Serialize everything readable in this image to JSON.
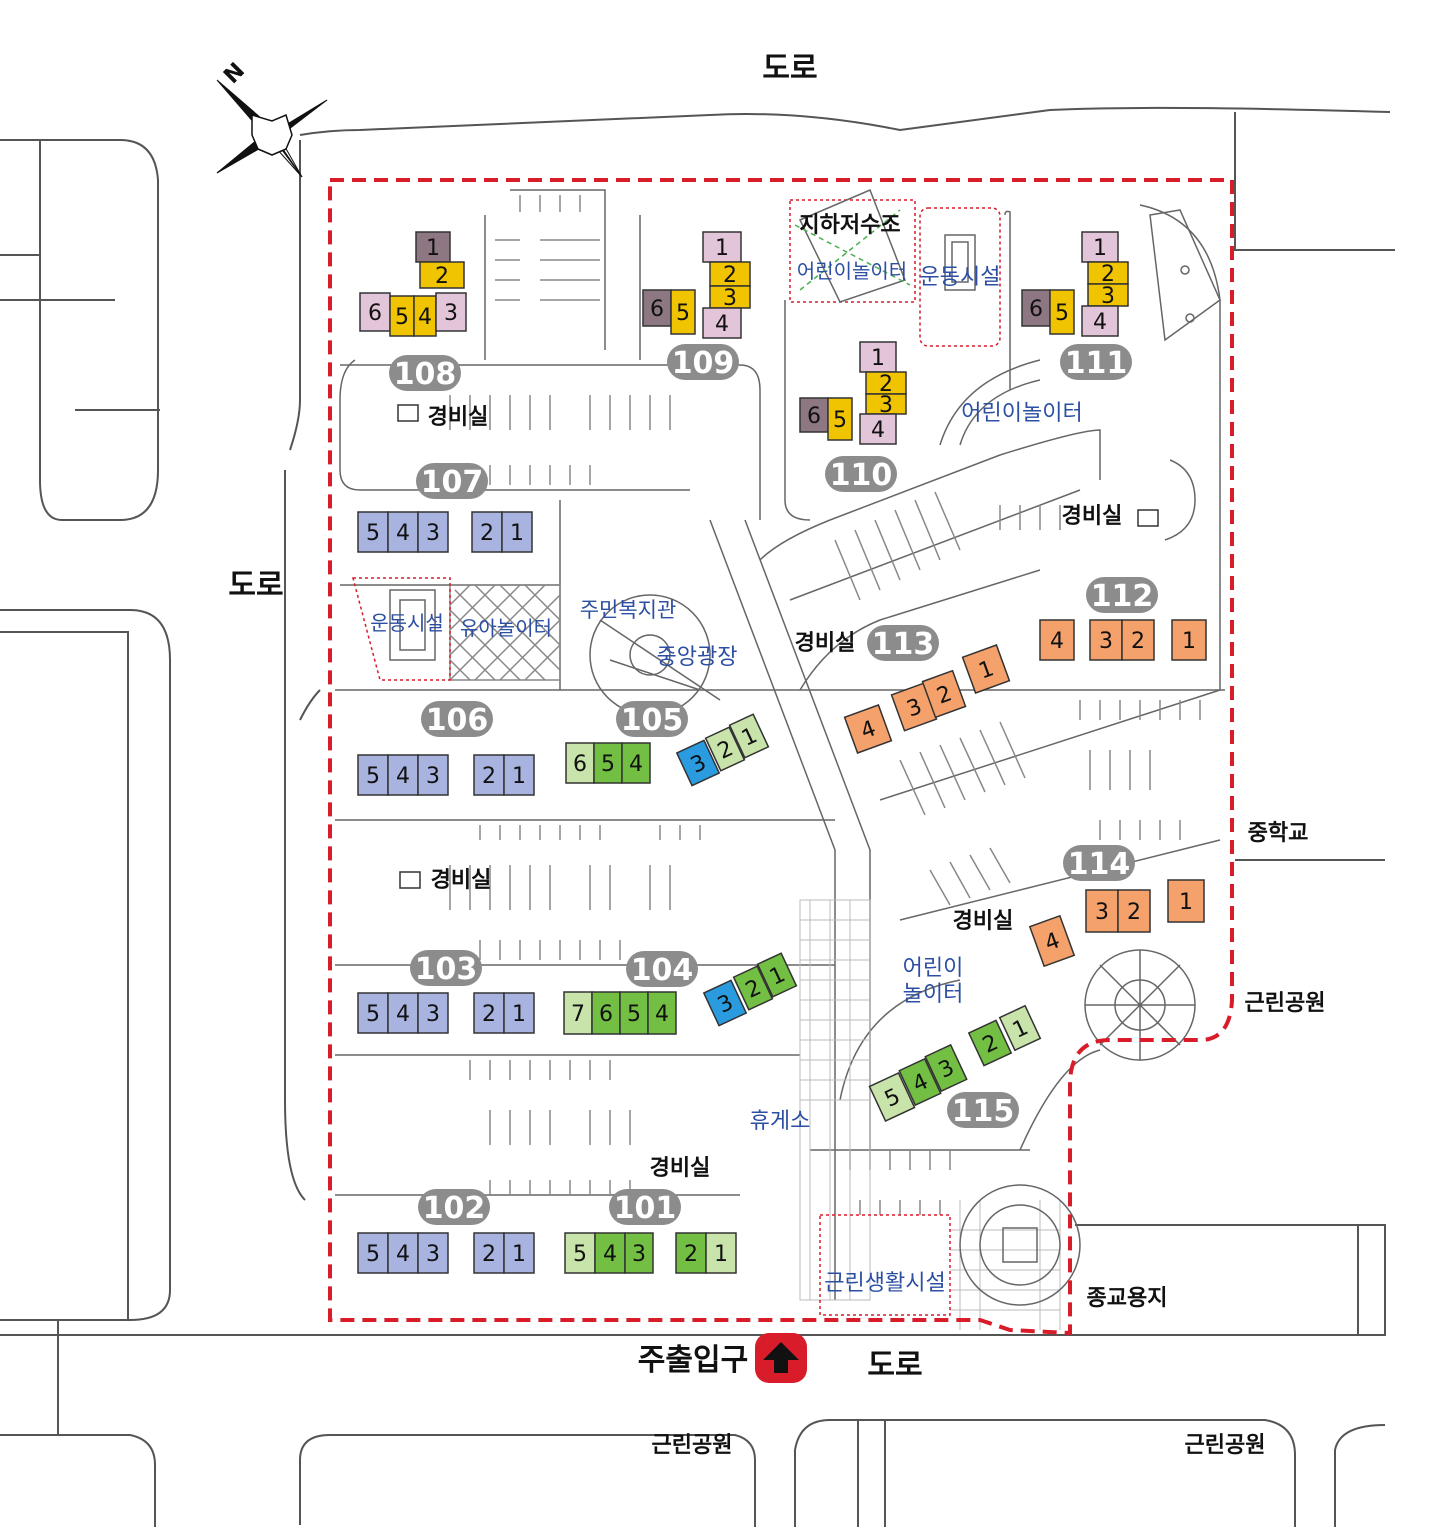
{
  "colors": {
    "boundary": "#d81c2a",
    "badge": "#8c8c8c",
    "purple_light": "#e3c5da",
    "purple_dark": "#8c7782",
    "yellow": "#f0c400",
    "lavender": "#a9b3e0",
    "green_light": "#c8e4ab",
    "green": "#72bf44",
    "blue": "#2b9be0",
    "orange": "#f5a16b"
  },
  "compass": {
    "label": "N"
  },
  "roads": {
    "top": "도로",
    "left": "도로",
    "bottom": "도로"
  },
  "surroundings": {
    "middle_school": "중학교",
    "park_right": "근린공원",
    "park_bottom_left": "근린공원",
    "park_bottom_right": "근린공원",
    "religious_site": "종교용지"
  },
  "entrance": {
    "label": "주출입구",
    "icon": "up-arrow-icon"
  },
  "facilities": {
    "water_tank": "지하저수조",
    "playground_top": "어린이놀이터",
    "sports_top": "운동시설",
    "playground_110": "어린이놀이터",
    "sports_left": "운동시설",
    "toddler_playground": "유아놀이터",
    "community_center": "주민복지관",
    "central_plaza": "중앙광장",
    "playground_115_line1": "어린이",
    "playground_115_line2": "놀이터",
    "rest_area": "휴게소",
    "commercial": "근린생활시설"
  },
  "guard_rooms": {
    "g108": "경비실",
    "g111": "경비실",
    "g113": "경비실",
    "g103": "경비실",
    "g114": "경비실",
    "g101": "경비실"
  },
  "buildings": {
    "b101": "101",
    "b102": "102",
    "b103": "103",
    "b104": "104",
    "b105": "105",
    "b106": "106",
    "b107": "107",
    "b108": "108",
    "b109": "109",
    "b110": "110",
    "b111": "111",
    "b112": "112",
    "b113": "113",
    "b114": "114",
    "b115": "115"
  },
  "units": {
    "b108": [
      "1",
      "2",
      "6",
      "5",
      "4",
      "3"
    ],
    "b109": [
      "1",
      "2",
      "3",
      "6",
      "5",
      "4"
    ],
    "b110": [
      "1",
      "2",
      "3",
      "6",
      "5",
      "4"
    ],
    "b111": [
      "1",
      "2",
      "3",
      "6",
      "5",
      "4"
    ],
    "b107": [
      "5",
      "4",
      "3",
      "2",
      "1"
    ],
    "b106": [
      "5",
      "4",
      "3",
      "2",
      "1"
    ],
    "b103": [
      "5",
      "4",
      "3",
      "2",
      "1"
    ],
    "b102": [
      "5",
      "4",
      "3",
      "2",
      "1"
    ],
    "b105": [
      "6",
      "5",
      "4",
      "3",
      "2",
      "1"
    ],
    "b104": [
      "7",
      "6",
      "5",
      "4",
      "3",
      "2",
      "1"
    ],
    "b101": [
      "5",
      "4",
      "3",
      "2",
      "1"
    ],
    "b112": [
      "4",
      "3",
      "2",
      "1"
    ],
    "b113": [
      "4",
      "3",
      "2",
      "1"
    ],
    "b114": [
      "4",
      "3",
      "2",
      "1"
    ],
    "b115": [
      "5",
      "4",
      "3",
      "2",
      "1"
    ]
  }
}
